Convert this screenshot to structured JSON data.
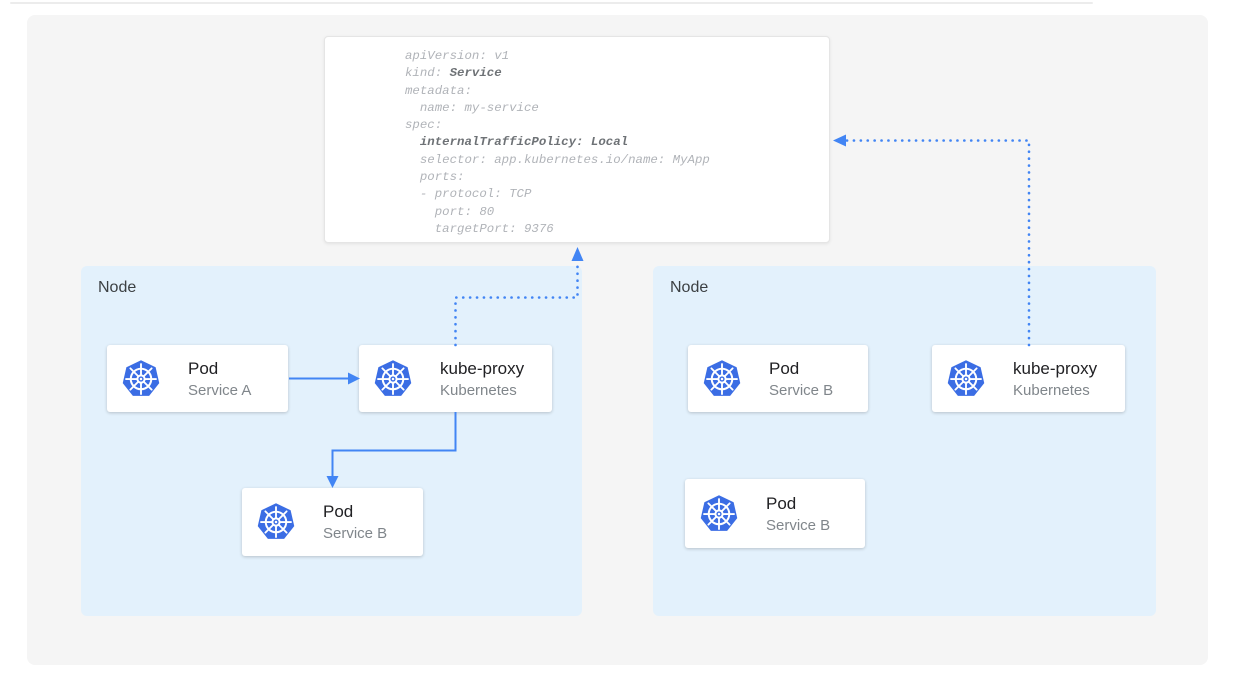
{
  "colors": {
    "panel_bg": "#f5f5f5",
    "node_bg": "#e3f1fc",
    "arrow_blue": "#4285f4",
    "kubernetes_blue": "#3b6de4",
    "card_title": "#212124",
    "card_subtitle": "#80868b",
    "code_regular": "#b0b3b8",
    "code_bold": "#6e7276"
  },
  "yaml_card": {
    "lines": [
      {
        "pre": "apiVersion: v1"
      },
      {
        "pre": "kind: ",
        "bold": "Service"
      },
      {
        "pre": "metadata:"
      },
      {
        "pre": "  name: my-service"
      },
      {
        "pre": "spec:"
      },
      {
        "pre": "  ",
        "bold": "internalTrafficPolicy: Local"
      },
      {
        "pre": "  selector: app.kubernetes.io/name: MyApp"
      },
      {
        "pre": "  ports:"
      },
      {
        "pre": "  - protocol: TCP"
      },
      {
        "pre": "    port: 80"
      },
      {
        "pre": "    targetPort: 9376"
      }
    ]
  },
  "nodes": [
    {
      "label": "Node",
      "cards": [
        {
          "title": "Pod",
          "subtitle": "Service A",
          "icon": "kubernetes-icon"
        },
        {
          "title": "kube-proxy",
          "subtitle": "Kubernetes",
          "icon": "kubernetes-icon"
        },
        {
          "title": "Pod",
          "subtitle": "Service B",
          "icon": "kubernetes-icon"
        }
      ]
    },
    {
      "label": "Node",
      "cards": [
        {
          "title": "Pod",
          "subtitle": "Service B",
          "icon": "kubernetes-icon"
        },
        {
          "title": "kube-proxy",
          "subtitle": "Kubernetes",
          "icon": "kubernetes-icon"
        },
        {
          "title": "Pod",
          "subtitle": "Service B",
          "icon": "kubernetes-icon"
        }
      ]
    }
  ]
}
